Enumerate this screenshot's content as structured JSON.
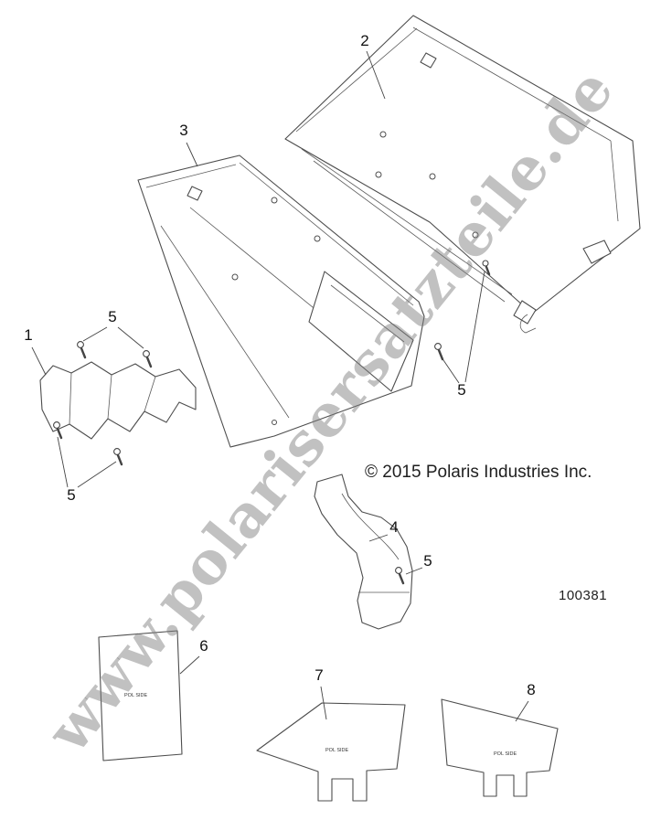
{
  "watermark": "www.polarisersatzteile.de",
  "copyright": "© 2015 Polaris Industries Inc.",
  "part_number": "100381",
  "decal_text": "POL SIDE",
  "callouts": {
    "c1": "1",
    "c2": "2",
    "c3": "3",
    "c4": "4",
    "c5a": "5",
    "c5b": "5",
    "c5c": "5",
    "c5d": "5",
    "c6": "6",
    "c7": "7",
    "c8": "8"
  }
}
